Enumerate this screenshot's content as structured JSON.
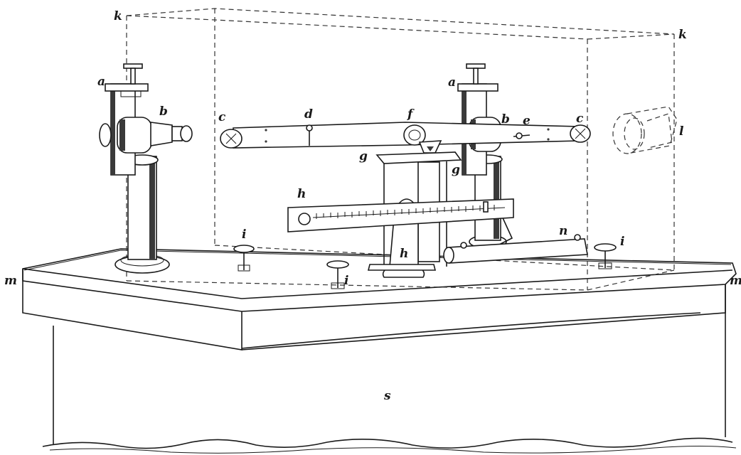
{
  "labels": {
    "k_top_left": "k",
    "k_top_right": "k",
    "a_left": "a",
    "a_right": "a",
    "b_left": "b",
    "b_right": "b",
    "c_left": "c",
    "c_right": "c",
    "d": "d",
    "e": "e",
    "f": "f",
    "g_left": "g",
    "g_right": "g",
    "h_scale": "h",
    "h_stand": "h",
    "i_left": "i",
    "i_center": "i",
    "i_right": "i",
    "l": "l",
    "m_left": "m",
    "m_right": "m",
    "n": "n",
    "s": "s"
  }
}
